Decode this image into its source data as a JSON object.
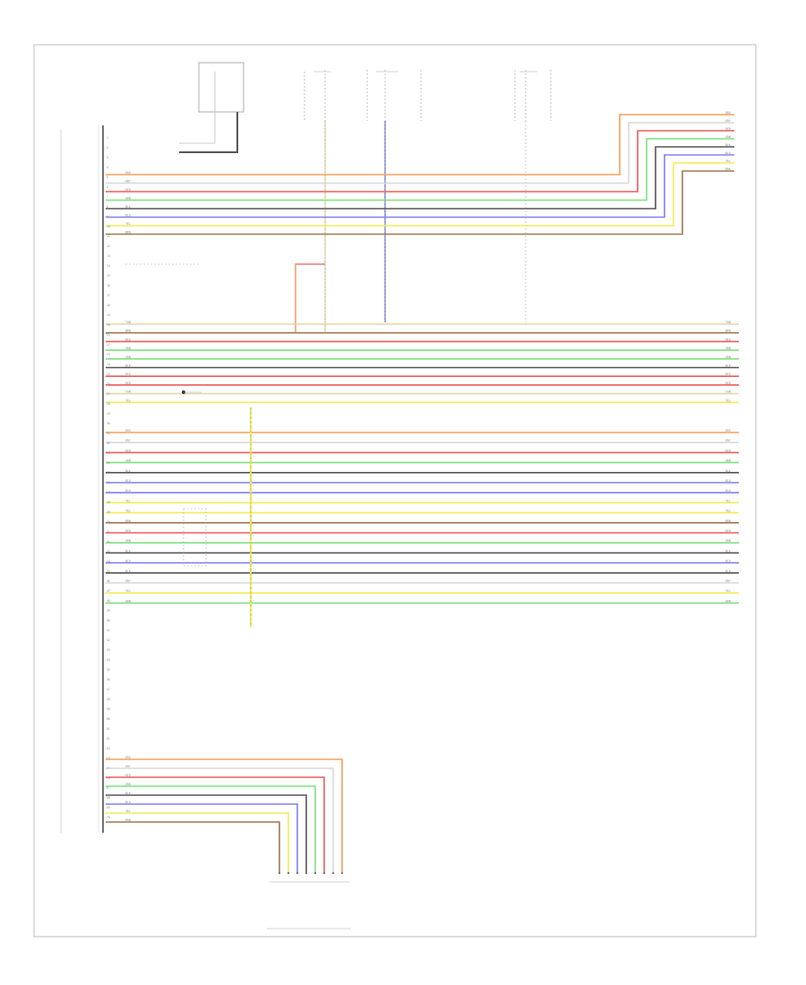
{
  "diagram": {
    "colors": {
      "ORG": "#f5a05a",
      "GRY": "#d8d8d8",
      "RED": "#ee5c5c",
      "GRN": "#7fe07f",
      "BLK": "#555555",
      "BLU": "#8080f0",
      "YEL": "#f2ec5a",
      "BRN": "#a07850",
      "WHT": "#e8e8e8",
      "TAN": "#e6d6a8",
      "VIO": "#b888e8"
    },
    "texts": {
      "top_box": "",
      "col_labels": [
        "",
        "",
        "",
        ""
      ],
      "left_module": "",
      "bottom_module": "",
      "bottom_note": "",
      "bottom_target": "",
      "side_target": "",
      "page_tag": ""
    },
    "bus_groups": [
      {
        "id": "group-1",
        "wires": [
          "ORG",
          "GRY",
          "RED",
          "GRN",
          "BLK",
          "BLU",
          "YEL",
          "BRN"
        ]
      },
      {
        "id": "group-2",
        "wires": [
          "TAN",
          "BRN",
          "RED",
          "GRN",
          "GRN",
          "BLK",
          "RED",
          "RED",
          "TAN",
          "YEL"
        ]
      },
      {
        "id": "group-3",
        "wires": [
          "ORG",
          "GRY",
          "RED",
          "GRN",
          "BLK",
          "BLU",
          "BLU",
          "YEL",
          "YEL",
          "BRN",
          "RED",
          "GRN",
          "BLK",
          "BLU",
          "BLK",
          "GRY",
          "YEL",
          "GRN"
        ]
      },
      {
        "id": "group-4",
        "wires": [
          "ORG",
          "GRY",
          "RED",
          "GRN",
          "BLK",
          "BLU",
          "YEL",
          "BRN"
        ]
      }
    ]
  }
}
